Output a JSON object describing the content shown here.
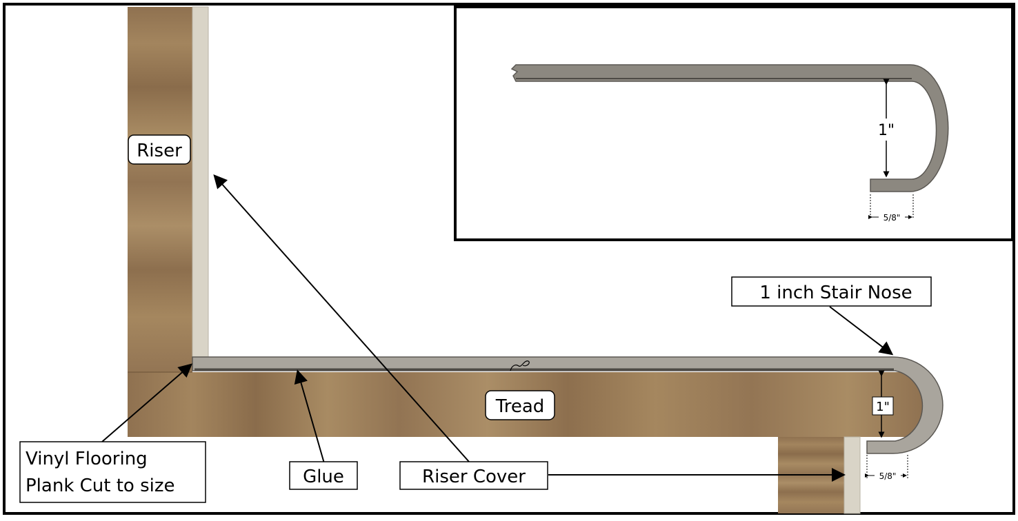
{
  "labels": {
    "riser": "Riser",
    "tread": "Tread",
    "stair_nose": "1 inch Stair Nose",
    "vinyl_line1": "Vinyl Flooring",
    "vinyl_line2": "Plank Cut to size",
    "glue": "Glue",
    "riser_cover": "Riser Cover",
    "nose_height_main": "1\"",
    "nose_width_main": "5/8\"",
    "inset_height": "1\"",
    "inset_width": "5/8\""
  },
  "colors": {
    "wood": "#9a7b55",
    "wood_dark": "#7a5c3a",
    "riser_cover": "#d9d4c7",
    "nose_gray": "#8c8880",
    "nose_dark": "#5a5752",
    "outline": "#000000"
  }
}
